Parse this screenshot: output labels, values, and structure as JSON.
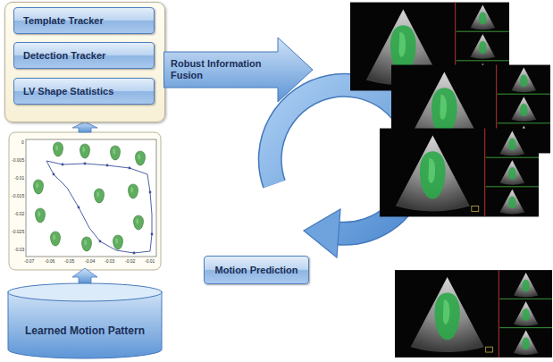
{
  "diagram": {
    "nodes": [
      {
        "text": [
          "Template Tracker"
        ]
      },
      {
        "text": [
          "Detection Tracker"
        ]
      },
      {
        "text": [
          "LV Shape Statistics"
        ]
      },
      {
        "text": [
          "Robust Information Fusion"
        ]
      },
      {
        "text": [
          "Motion Prediction"
        ]
      },
      {
        "text": [
          "Learned Motion Pattern"
        ]
      }
    ],
    "labels": [
      "-0.07",
      "-0.06",
      "-0.05",
      "-0.04",
      "-0.03",
      "-0.02",
      "-0.01",
      "0",
      "-0.005",
      "-0.01",
      "-0.015",
      "-0.02",
      "-0.025",
      "-0.03"
    ]
  }
}
